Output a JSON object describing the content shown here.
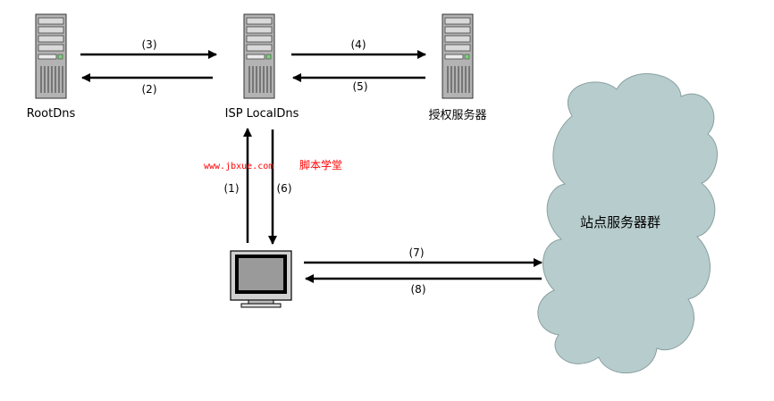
{
  "nodes": {
    "root_dns": "RootDns",
    "isp_local_dns": "ISP LocalDns",
    "auth_server": "授权服务器",
    "site_cluster": "站点服务器群"
  },
  "arrows": {
    "a1": "(1)",
    "a2": "(2)",
    "a3": "(3)",
    "a4": "(4)",
    "a5": "(5)",
    "a6": "(6)",
    "a7": "(7)",
    "a8": "(8)"
  },
  "watermark": {
    "url": "www.jbxue.com",
    "site": "脚本学堂"
  },
  "colors": {
    "watermark": "#ff0000",
    "cloud_fill": "#b7cccc",
    "server_fill": "#b0b0b0"
  }
}
